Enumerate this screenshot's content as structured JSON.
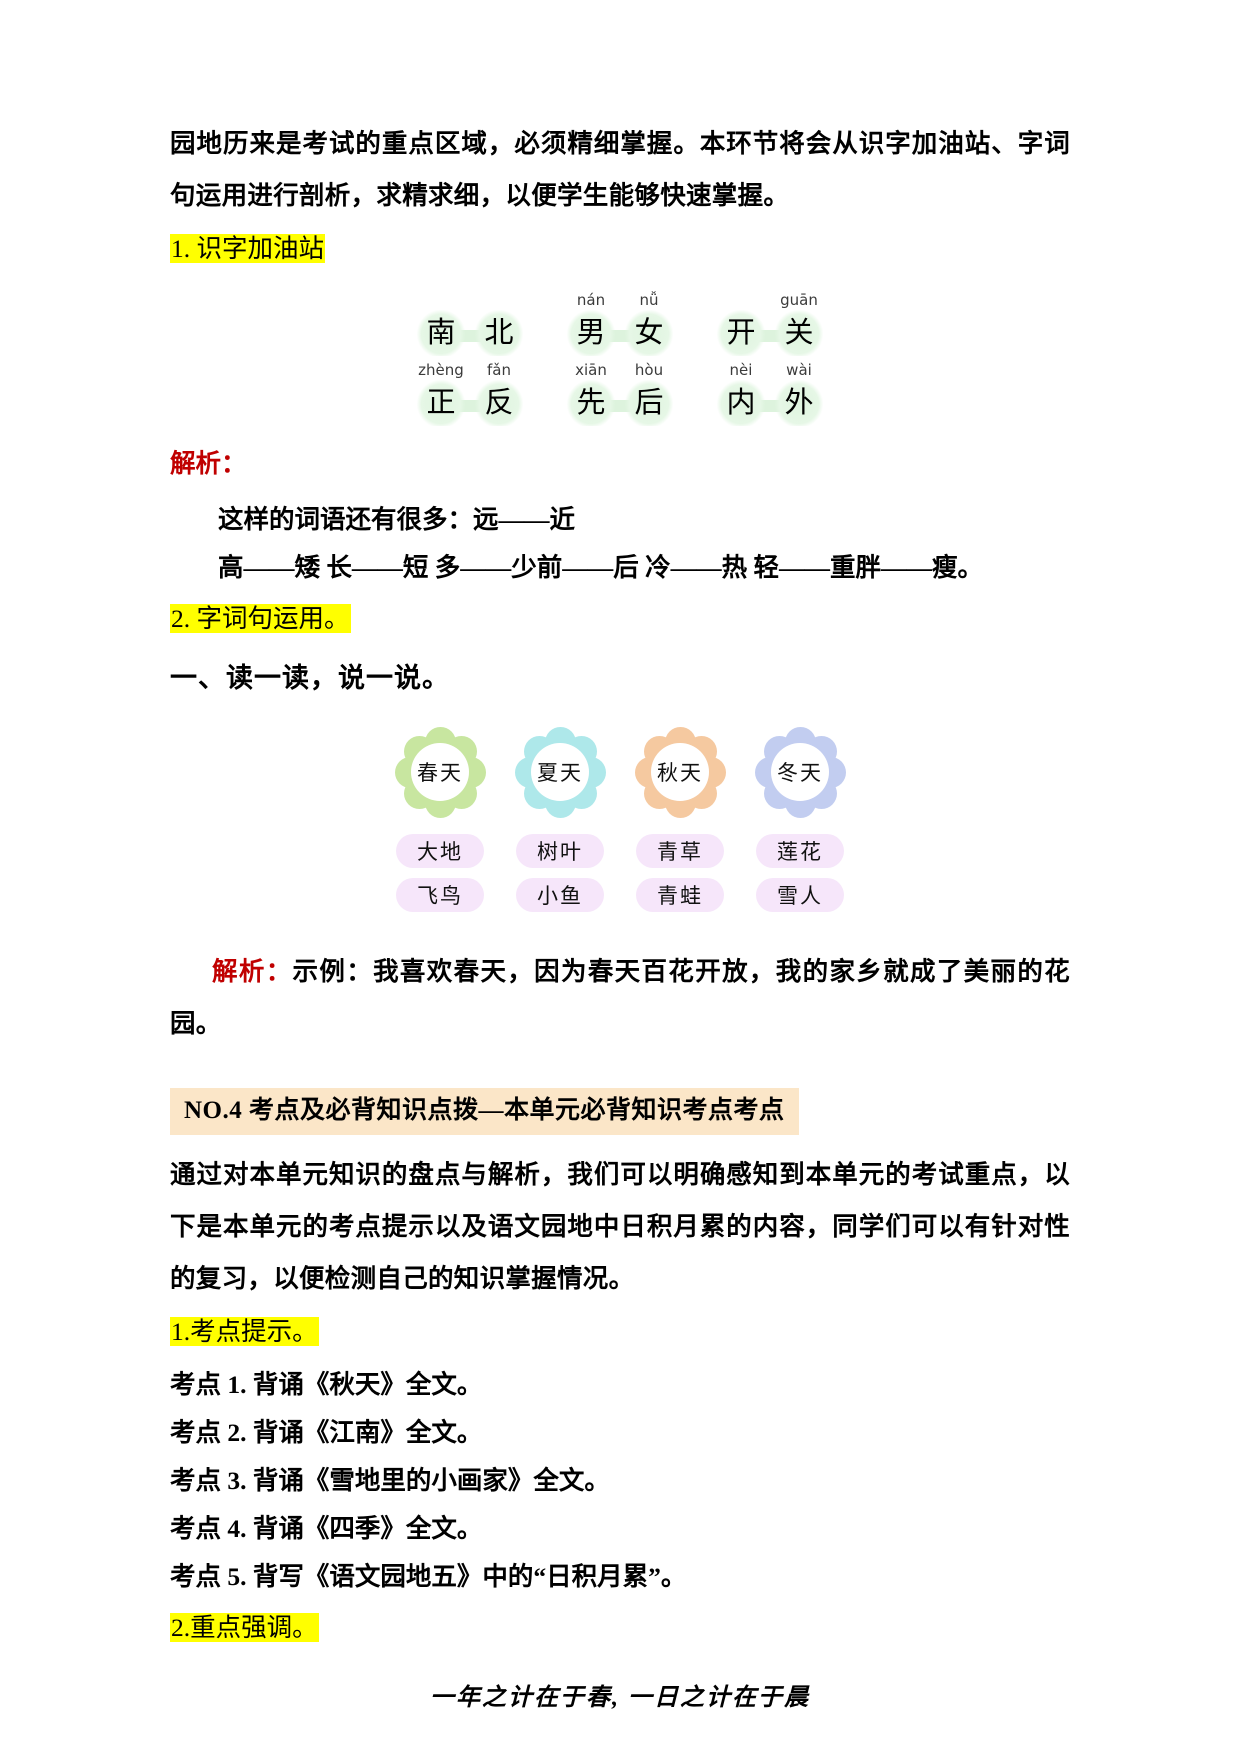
{
  "intro": {
    "paragraph": "园地历来是考试的重点区域，必须精细掌握。本环节将会从识字加油站、字词句运用进行剖析，求精求细，以便学生能够快速掌握。"
  },
  "section1": {
    "heading": "1. 识字加油站",
    "char_rows": [
      {
        "pairs": [
          {
            "left": {
              "char": "南",
              "pinyin": ""
            },
            "right": {
              "char": "北",
              "pinyin": ""
            }
          },
          {
            "left": {
              "char": "男",
              "pinyin": "nán"
            },
            "right": {
              "char": "女",
              "pinyin": "nǚ"
            }
          },
          {
            "left": {
              "char": "开",
              "pinyin": ""
            },
            "right": {
              "char": "关",
              "pinyin": "guān"
            }
          }
        ]
      },
      {
        "pairs": [
          {
            "left": {
              "char": "正",
              "pinyin": "zhèng"
            },
            "right": {
              "char": "反",
              "pinyin": "fǎn"
            }
          },
          {
            "left": {
              "char": "先",
              "pinyin": "xiān"
            },
            "right": {
              "char": "后",
              "pinyin": "hòu"
            }
          },
          {
            "left": {
              "char": "内",
              "pinyin": "nèi"
            },
            "right": {
              "char": "外",
              "pinyin": "wài"
            }
          }
        ]
      }
    ],
    "jiexi_label": "解析：",
    "jiexi_lines": [
      "这样的词语还有很多：远——近",
      "高——矮 长——短 多——少前——后 冷——热 轻——重胖——瘦。"
    ]
  },
  "section2": {
    "heading": "2. 字词句运用。",
    "subheading": "一、读一读，说一说。",
    "flowers": [
      {
        "label": "春天",
        "color": "#c8e6a0"
      },
      {
        "label": "夏天",
        "color": "#aee8ea"
      },
      {
        "label": "秋天",
        "color": "#f5c9a0"
      },
      {
        "label": "冬天",
        "color": "#c2cdf0"
      }
    ],
    "word_rows": [
      [
        "大地",
        "树叶",
        "青草",
        "莲花"
      ],
      [
        "飞鸟",
        "小鱼",
        "青蛙",
        "雪人"
      ]
    ],
    "jiexi_label": "解析：",
    "jiexi_text": "示例：我喜欢春天，因为春天百花开放，我的家乡就成了美丽的花园。"
  },
  "section3": {
    "banner": "NO.4 考点及必背知识点拨—本单元必背知识考点考点",
    "paragraph": "通过对本单元知识的盘点与解析，我们可以明确感知到本单元的考试重点，以下是本单元的考点提示以及语文园地中日积月累的内容，同学们可以有针对性的复习，以便检测自己的知识掌握情况。",
    "heading1": "1.考点提示。",
    "points": [
      "考点 1. 背诵《秋天》全文。",
      "考点 2. 背诵《江南》全文。",
      "考点 3. 背诵《雪地里的小画家》全文。",
      "考点 4. 背诵《四季》全文。",
      "考点 5. 背写《语文园地五》中的“日积月累”。"
    ],
    "heading2": "2.重点强调。",
    "proverb": "一年之计在于春, 一日之计在于晨"
  },
  "colors": {
    "highlight": "#ffff00",
    "jiexi_red": "#c00000",
    "banner_bg": "#fbe6c8",
    "green_cell": "#e6f7e6",
    "pill_purple": "#f6e6fa"
  }
}
